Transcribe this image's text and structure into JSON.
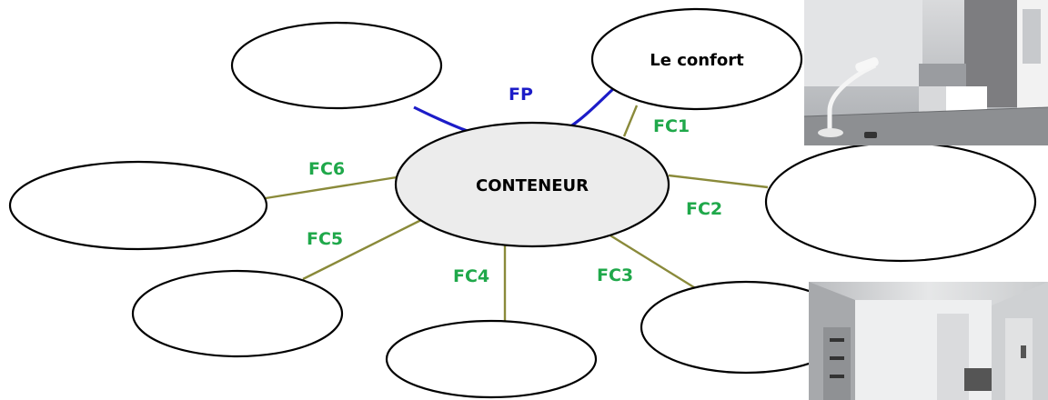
{
  "colors": {
    "fp": "#1c1cc8",
    "fc": "#1fa84a",
    "connector": "#8a8a3a",
    "center_fill": "#ececec"
  },
  "center": {
    "label": "CONTENEUR"
  },
  "nodes": {
    "top_left": {
      "label": ""
    },
    "top_right": {
      "label": "Le confort"
    },
    "left": {
      "label": ""
    },
    "right": {
      "label": ""
    },
    "bottom_left": {
      "label": ""
    },
    "bottom": {
      "label": ""
    },
    "bottom_right": {
      "label": ""
    }
  },
  "functions": {
    "fp": "FP",
    "fc1": "FC1",
    "fc2": "FC2",
    "fc3": "FC3",
    "fc4": "FC4",
    "fc5": "FC5",
    "fc6": "FC6"
  },
  "photos": [
    {
      "name": "room-photo",
      "subject": "bedroom with desk lamp"
    },
    {
      "name": "corridor-photo",
      "subject": "corridor"
    }
  ]
}
